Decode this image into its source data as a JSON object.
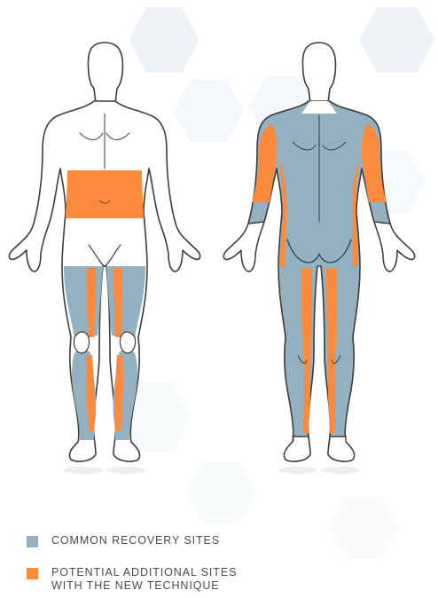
{
  "colors": {
    "common": "#93b1c0",
    "additional": "#fb8a3c",
    "outline": "#3c3c3c",
    "hex_bg": "#e8eff3"
  },
  "legend": {
    "common_label": "COMMON RECOVERY SITES",
    "additional_label_line1": "POTENTIAL ADDITIONAL SITES",
    "additional_label_line2": "WITH THE NEW TECHNIQUE"
  }
}
